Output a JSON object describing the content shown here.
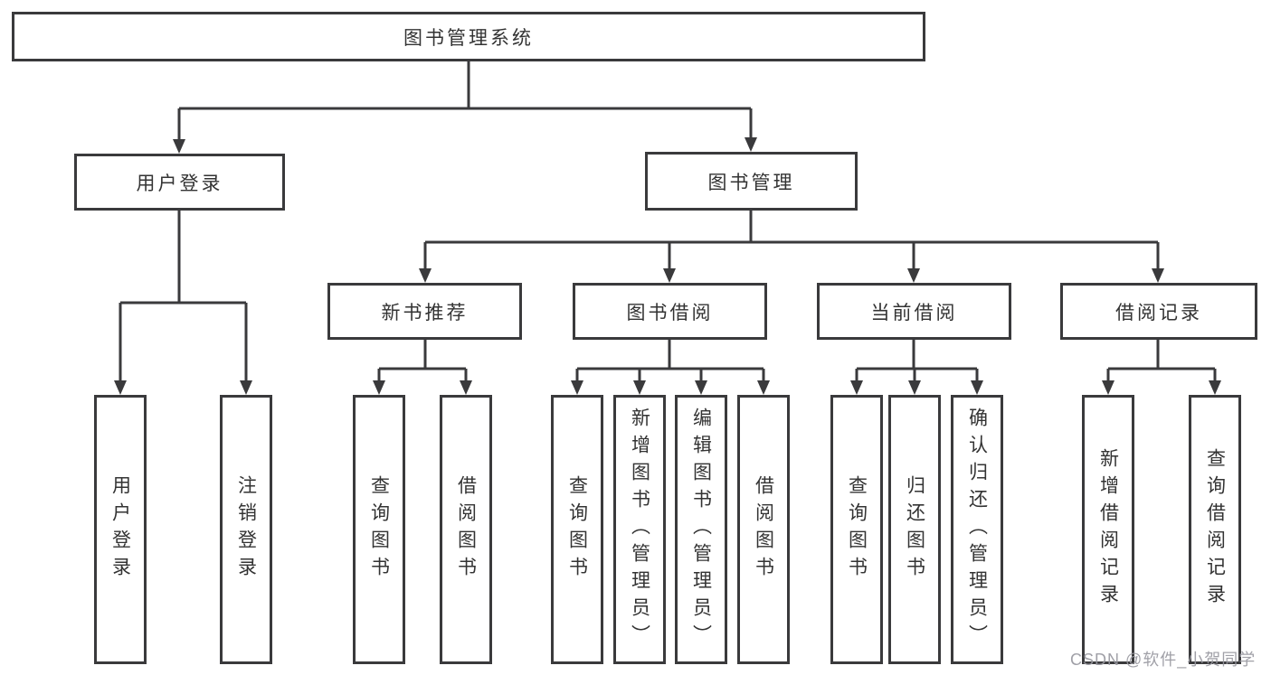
{
  "tree": {
    "root": {
      "label": "图书管理系统"
    },
    "branches": [
      {
        "label": "用户登录",
        "children": [
          {
            "label": "用户登录"
          },
          {
            "label": "注销登录"
          }
        ]
      },
      {
        "label": "图书管理",
        "children": [
          {
            "label": "新书推荐",
            "children": [
              {
                "label": "查询图书"
              },
              {
                "label": "借阅图书"
              }
            ]
          },
          {
            "label": "图书借阅",
            "children": [
              {
                "label": "查询图书"
              },
              {
                "label": "新增图书（管理员）"
              },
              {
                "label": "编辑图书（管理员）"
              },
              {
                "label": "借阅图书"
              }
            ]
          },
          {
            "label": "当前借阅",
            "children": [
              {
                "label": "查询图书"
              },
              {
                "label": "归还图书"
              },
              {
                "label": "确认归还（管理员）"
              }
            ]
          },
          {
            "label": "借阅记录",
            "children": [
              {
                "label": "新增借阅记录"
              },
              {
                "label": "查询借阅记录"
              }
            ]
          }
        ]
      }
    ]
  },
  "watermark": {
    "text": "CSDN @软件_小贺同学",
    "color": "#9898a0"
  },
  "colors": {
    "line": "#3a3a3c",
    "box_border": "#3a3a3c",
    "box_fill": "#ffffff",
    "text": "#333333",
    "background": "#ffffff"
  }
}
